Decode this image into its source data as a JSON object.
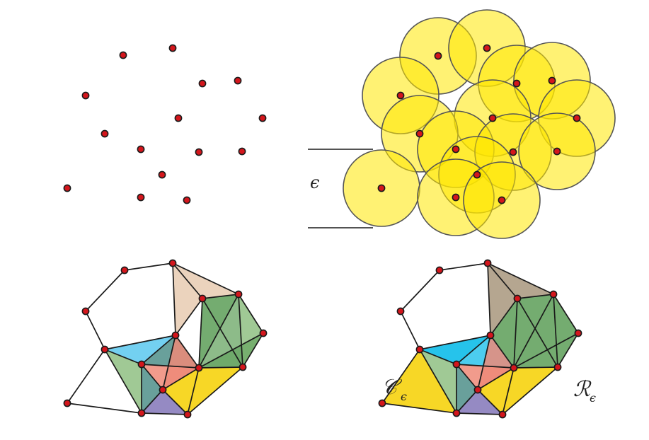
{
  "labels": {
    "epsilon": "ϵ",
    "cech": "𝒞",
    "rips": "ℛ",
    "sub": "ϵ"
  },
  "colors": {
    "point": "#d4161c",
    "disk": "#ffe800",
    "edge": "#1a1a1a",
    "green": "#5c9e57",
    "light_green": "#8fbf83",
    "tan": "#e8cbb2",
    "brown": "#a8977c",
    "blue": "#5bc8ee",
    "cyan": "#00b8e8",
    "salmon": "#ef8a78",
    "yellow": "#f6d000",
    "purple": "#8275b8",
    "teal": "#4f8f8a"
  }
}
